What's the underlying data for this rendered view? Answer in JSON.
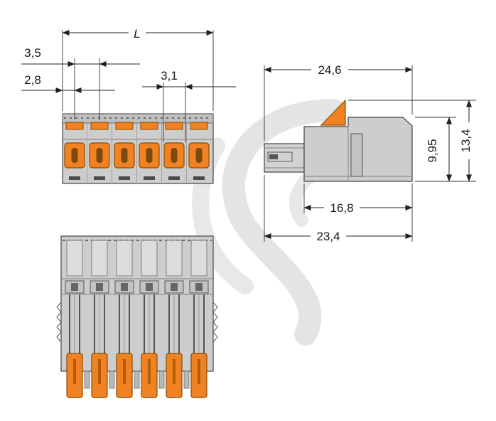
{
  "dims": {
    "L": "L",
    "pitch": "3,5",
    "edge": "2,8",
    "button": "3,1",
    "width_total": "24,6",
    "height_total": "13,4",
    "height_body": "9,95",
    "depth_body": "16,8",
    "depth_total": "23,4"
  },
  "colors": {
    "body_gray": "#cdcdcd",
    "accent_orange": "#f08223",
    "line": "#222222",
    "watermark": "#e2e2e2"
  }
}
